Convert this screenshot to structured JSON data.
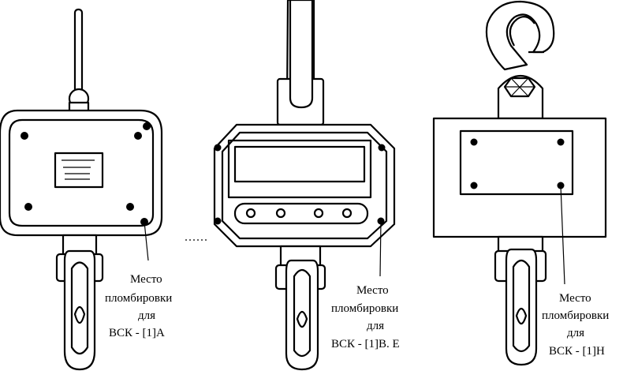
{
  "figure": {
    "views": [
      {
        "id": "left",
        "callout": {
          "line1": "Место",
          "line2": "пломбировки",
          "line3": "для",
          "line4": "ВСК - [1]А"
        }
      },
      {
        "id": "middle",
        "callout": {
          "line1": "Место",
          "line2": "пломбировки",
          "line3": "для",
          "line4": "ВСК - [1]В. Е"
        }
      },
      {
        "id": "right",
        "callout": {
          "line1": "Место",
          "line2": "пломбировки",
          "line3": "для",
          "line4": "ВСК - [1]Н"
        }
      }
    ]
  }
}
